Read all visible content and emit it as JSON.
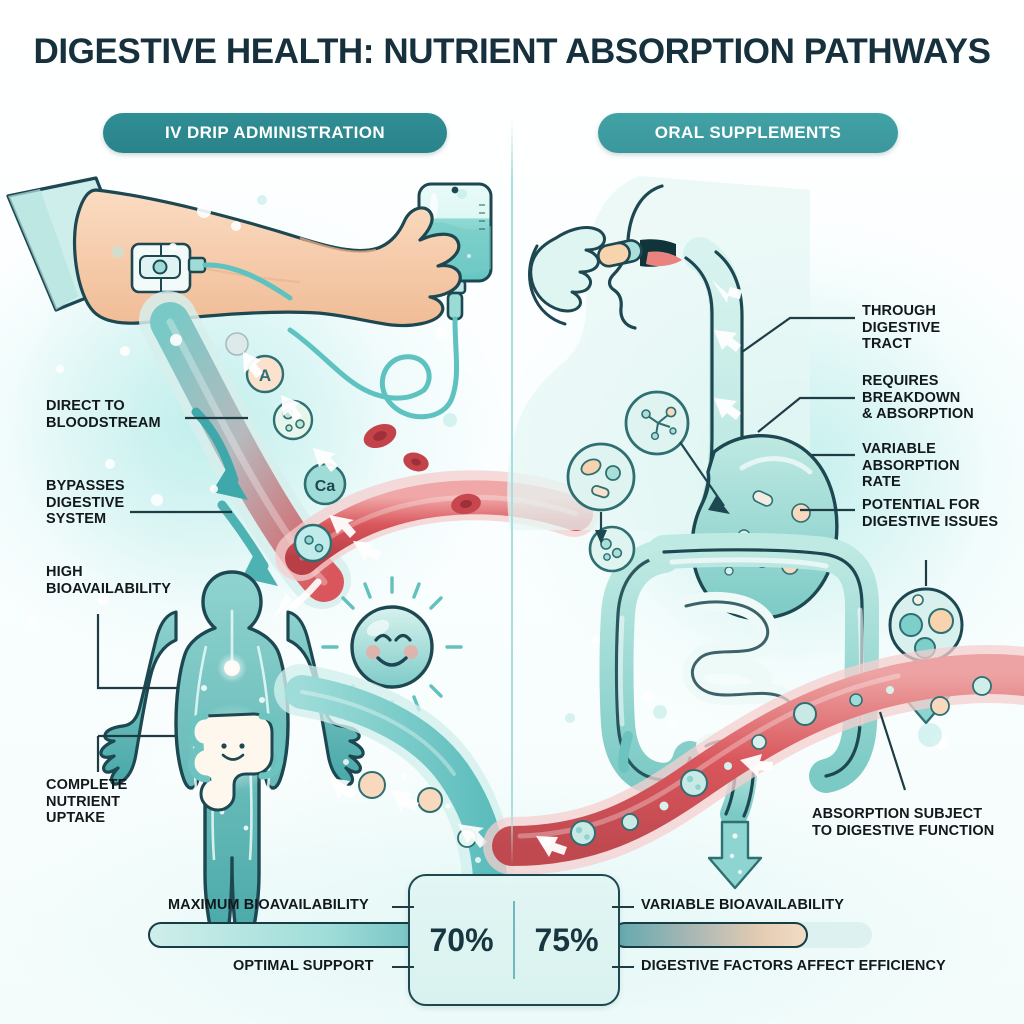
{
  "title": "DIGESTIVE HEALTH: NUTRIENT ABSORPTION PATHWAYS",
  "columns": {
    "left": {
      "pill_label": "IV DRIP ADMINISTRATION"
    },
    "right": {
      "pill_label": "ORAL SUPPLEMENTS"
    }
  },
  "left_callouts": [
    {
      "text": "DIRECT TO\nBLOODSTREAM"
    },
    {
      "text": "BYPASSES\nDIGESTIVE\nSYSTEM"
    },
    {
      "text": "HIGH\nBIOAVAILABILITY"
    },
    {
      "text": "COMPLETE\nNUTRIENT\nUPTAKE"
    }
  ],
  "right_callouts": [
    {
      "text": "THROUGH\nDIGESTIVE\nTRACT"
    },
    {
      "text": "REQUIRES\nBREAKDOWN\n& ABSORPTION"
    },
    {
      "text": "VARIABLE\nABSORPTION\nRATE"
    },
    {
      "text": "POTENTIAL FOR\nDIGESTIVE ISSUES"
    },
    {
      "text": "ABSORPTION SUBJECT\nTO DIGESTIVE FUNCTION"
    }
  ],
  "molecule_labels": {
    "vitamin_a": "A",
    "calcium": "Ca"
  },
  "comparison": {
    "left": {
      "percent_label": "70%",
      "top_label": "MAXIMUM BIOAVAILABILITY",
      "bottom_label": "OPTIMAL SUPPORT"
    },
    "right": {
      "percent_label": "75%",
      "top_label": "VARIABLE BIOAVAILABILITY",
      "bottom_label": "DIGESTIVE FACTORS AFFECT EFFICIENCY"
    }
  },
  "chart_data": {
    "type": "bar",
    "title": "Bioavailability comparison",
    "categories": [
      "IV Drip Administration",
      "Oral Supplements"
    ],
    "values": [
      70,
      75
    ],
    "value_labels": [
      "70%",
      "75%"
    ],
    "ylim": [
      0,
      100
    ],
    "ylabel": "",
    "xlabel": "",
    "grid": false,
    "legend": "none",
    "notes": [
      "Left bar fill spans full teal track (maximum bioavailability / optimal support)",
      "Right bar fill is partial within a lighter track (variable bioavailability / digestive factors affect efficiency)"
    ]
  },
  "colors": {
    "title": "#16313d",
    "pill_left": "#2a838a",
    "pill_right": "#3b979c",
    "teal": "#46aeb2",
    "mint": "#bfe9e4",
    "artery_red": "#d9575c",
    "skin": "#f6caa8",
    "ink": "#173c44",
    "divider": "#a8dedd",
    "beige": "#ecd9c4"
  }
}
